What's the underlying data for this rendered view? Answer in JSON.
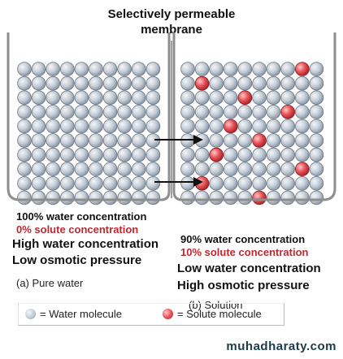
{
  "title": "Selectively permeable\nmembrane",
  "left": {
    "concentration": "100% water concentration",
    "solute": "0% solute concentration",
    "level": "High water concentration",
    "pressure": "Low osmotic pressure",
    "caption": "(a)  Pure water"
  },
  "right": {
    "concentration": "90% water concentration",
    "solute": "10% solute concentration",
    "level": "Low water concentration",
    "pressure": "High osmotic pressure",
    "caption": "(b)  Solution"
  },
  "legend": {
    "water_label": "= Water molecule",
    "solute_label": "= Solute molecule"
  },
  "watermark": "muhadharaty.com",
  "colors": {
    "water": "#b9c3cd",
    "solute": "#e0474c",
    "red_text": "#c0282f",
    "wall": "#8e8e8e"
  },
  "solute_positions": [
    [
      0,
      8
    ],
    [
      1,
      1
    ],
    [
      2,
      4
    ],
    [
      3,
      7
    ],
    [
      4,
      3
    ],
    [
      5,
      5
    ],
    [
      6,
      2
    ],
    [
      7,
      8
    ],
    [
      8,
      1
    ],
    [
      9,
      5
    ]
  ]
}
